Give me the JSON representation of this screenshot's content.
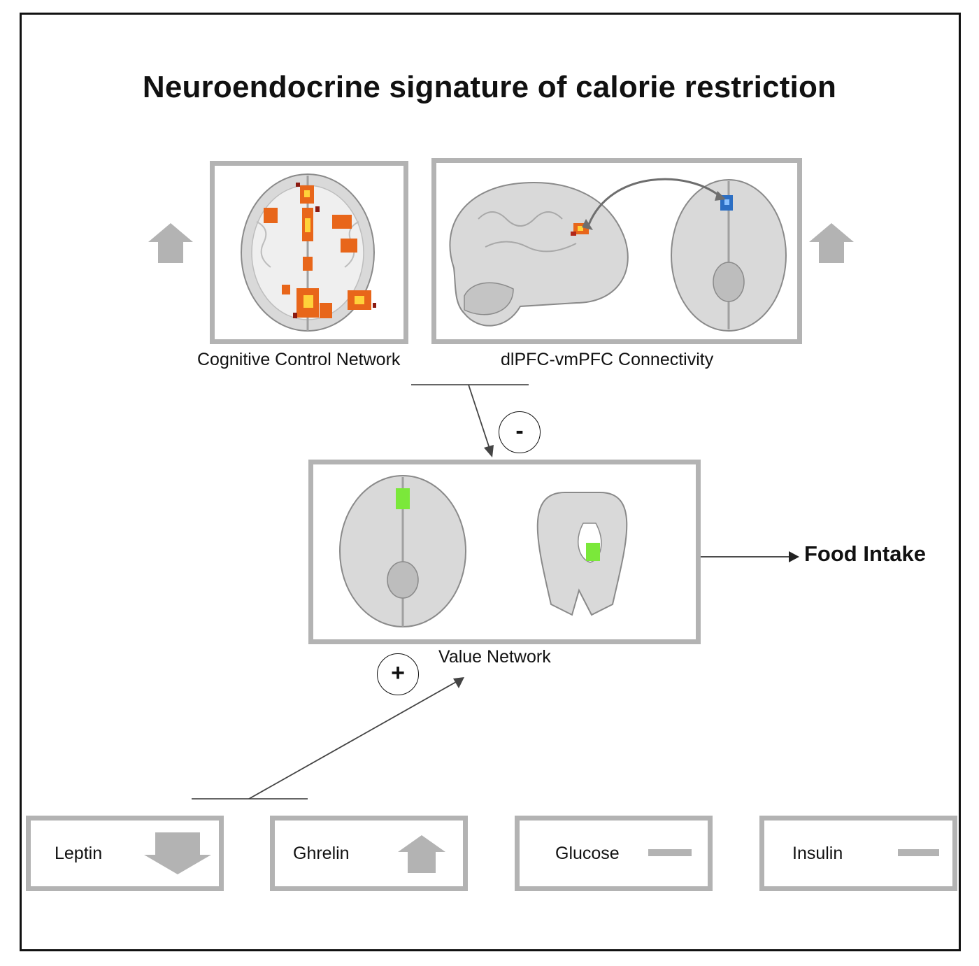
{
  "title": "Neuroendocrine signature of calorie restriction",
  "panels": {
    "cognitive_control": {
      "label": "Cognitive Control Network",
      "effect_icon": "up-arrow-icon"
    },
    "connectivity": {
      "label": "dlPFC-vmPFC Connectivity",
      "effect_icon": "up-arrow-icon"
    },
    "value_network": {
      "label": "Value Network"
    }
  },
  "links": {
    "inhibit_sign": "-",
    "excite_sign": "+",
    "outcome": "Food Intake"
  },
  "hormones": [
    {
      "label": "Leptin",
      "effect": "decrease",
      "icon": "down-arrow-icon"
    },
    {
      "label": "Ghrelin",
      "effect": "increase",
      "icon": "up-arrow-icon"
    },
    {
      "label": "Glucose",
      "effect": "no change",
      "icon": "dash-icon"
    },
    {
      "label": "Insulin",
      "effect": "no change",
      "icon": "dash-icon"
    }
  ],
  "colors": {
    "box_border": "#b3b3b3",
    "effect_arrow": "#b3b3b3",
    "activation_hot": "#e8661a",
    "activation_connect": "#2c6fc4",
    "activation_value": "#7be83a",
    "brain": "#d9d9d9"
  }
}
